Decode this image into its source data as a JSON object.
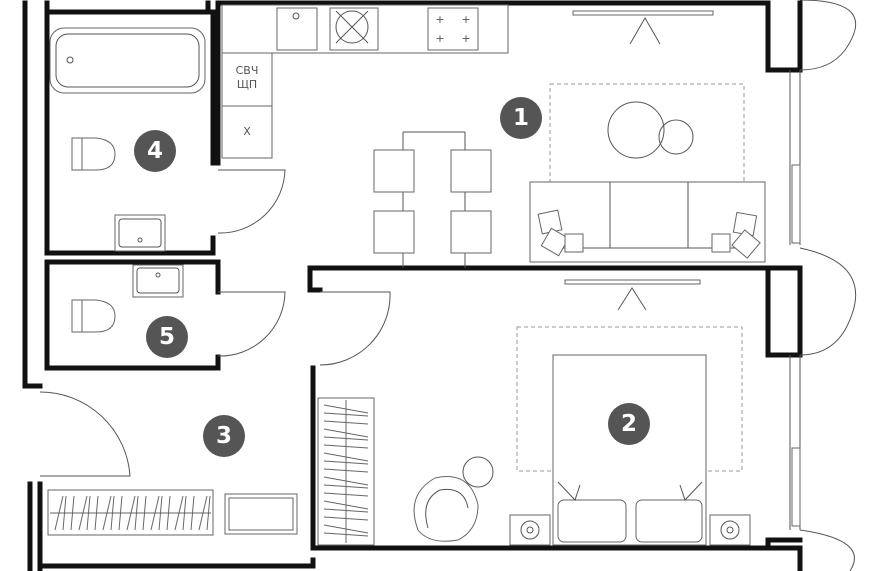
{
  "rooms": [
    {
      "number": "1"
    },
    {
      "number": "2"
    },
    {
      "number": "3"
    },
    {
      "number": "4"
    },
    {
      "number": "5"
    }
  ],
  "appliance_labels": {
    "electrical_panel_line1": "СВЧ",
    "electrical_panel_line2": "ЩП",
    "cabinet_mark": "X"
  }
}
